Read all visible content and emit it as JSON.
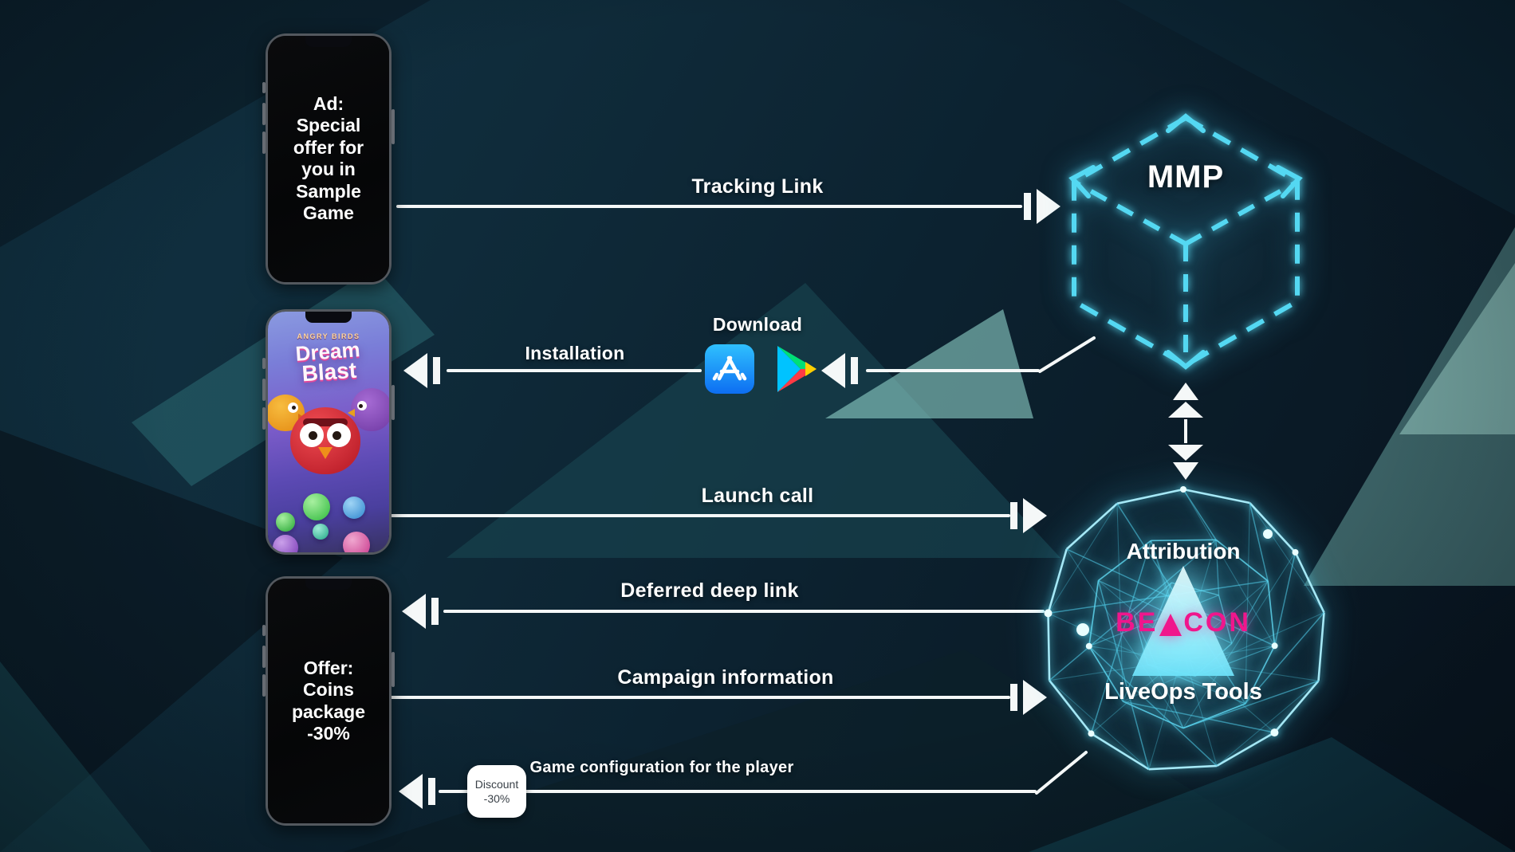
{
  "phones": {
    "ad": {
      "text": "Ad:\nSpecial\noffer for\nyou in\nSample\nGame"
    },
    "game": {
      "brand": "ANGRY BIRDS",
      "logo_line1": "Dream",
      "logo_line2": "Blast"
    },
    "offer": {
      "text": "Offer:\nCoins\npackage\n-30%"
    }
  },
  "flows": {
    "tracking_link": {
      "label": "Tracking Link",
      "direction": "right"
    },
    "download": {
      "label": "Download",
      "icons": [
        "app-store-icon",
        "google-play-icon"
      ]
    },
    "installation": {
      "label": "Installation",
      "direction": "left"
    },
    "launch_call": {
      "label": "Launch call",
      "direction": "right"
    },
    "deferred_deep_link": {
      "label": "Deferred deep link",
      "direction": "left"
    },
    "campaign_information": {
      "label": "Campaign information",
      "direction": "right"
    },
    "game_configuration": {
      "label": "Game configuration for the player",
      "direction": "left",
      "badge": "Discount\n-30%"
    }
  },
  "nodes": {
    "mmp": {
      "label": "MMP"
    },
    "beacon": {
      "top_label": "Attribution",
      "brand_prefix": "BE",
      "brand_suffix": "CON",
      "bottom_label": "LiveOps Tools"
    }
  },
  "colors": {
    "glow_cyan": "#54d8f2",
    "brand_magenta": "#f0168c",
    "line_white": "#f5f8f8"
  }
}
